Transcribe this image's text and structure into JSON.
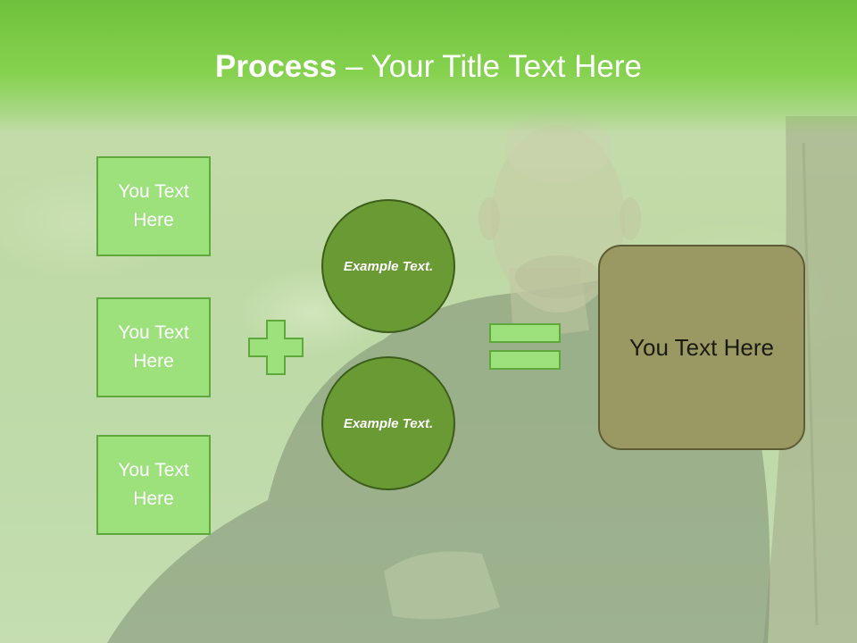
{
  "title": {
    "bold": "Process",
    "rest": " – Your Title Text Here"
  },
  "left_boxes": [
    {
      "label": "You Text Here"
    },
    {
      "label": "You Text Here"
    },
    {
      "label": "You Text Here"
    }
  ],
  "circles": [
    {
      "label": "Example Text."
    },
    {
      "label": "Example Text."
    }
  ],
  "result": {
    "label": "You Text Here"
  },
  "colors": {
    "header_green": "#86d24f",
    "box_fill": "#9ce17b",
    "box_border": "#5fa83c",
    "circle_fill": "#6a9a34",
    "result_fill": "#9a9963"
  },
  "icons": [
    "plus-icon",
    "equals-icon"
  ]
}
